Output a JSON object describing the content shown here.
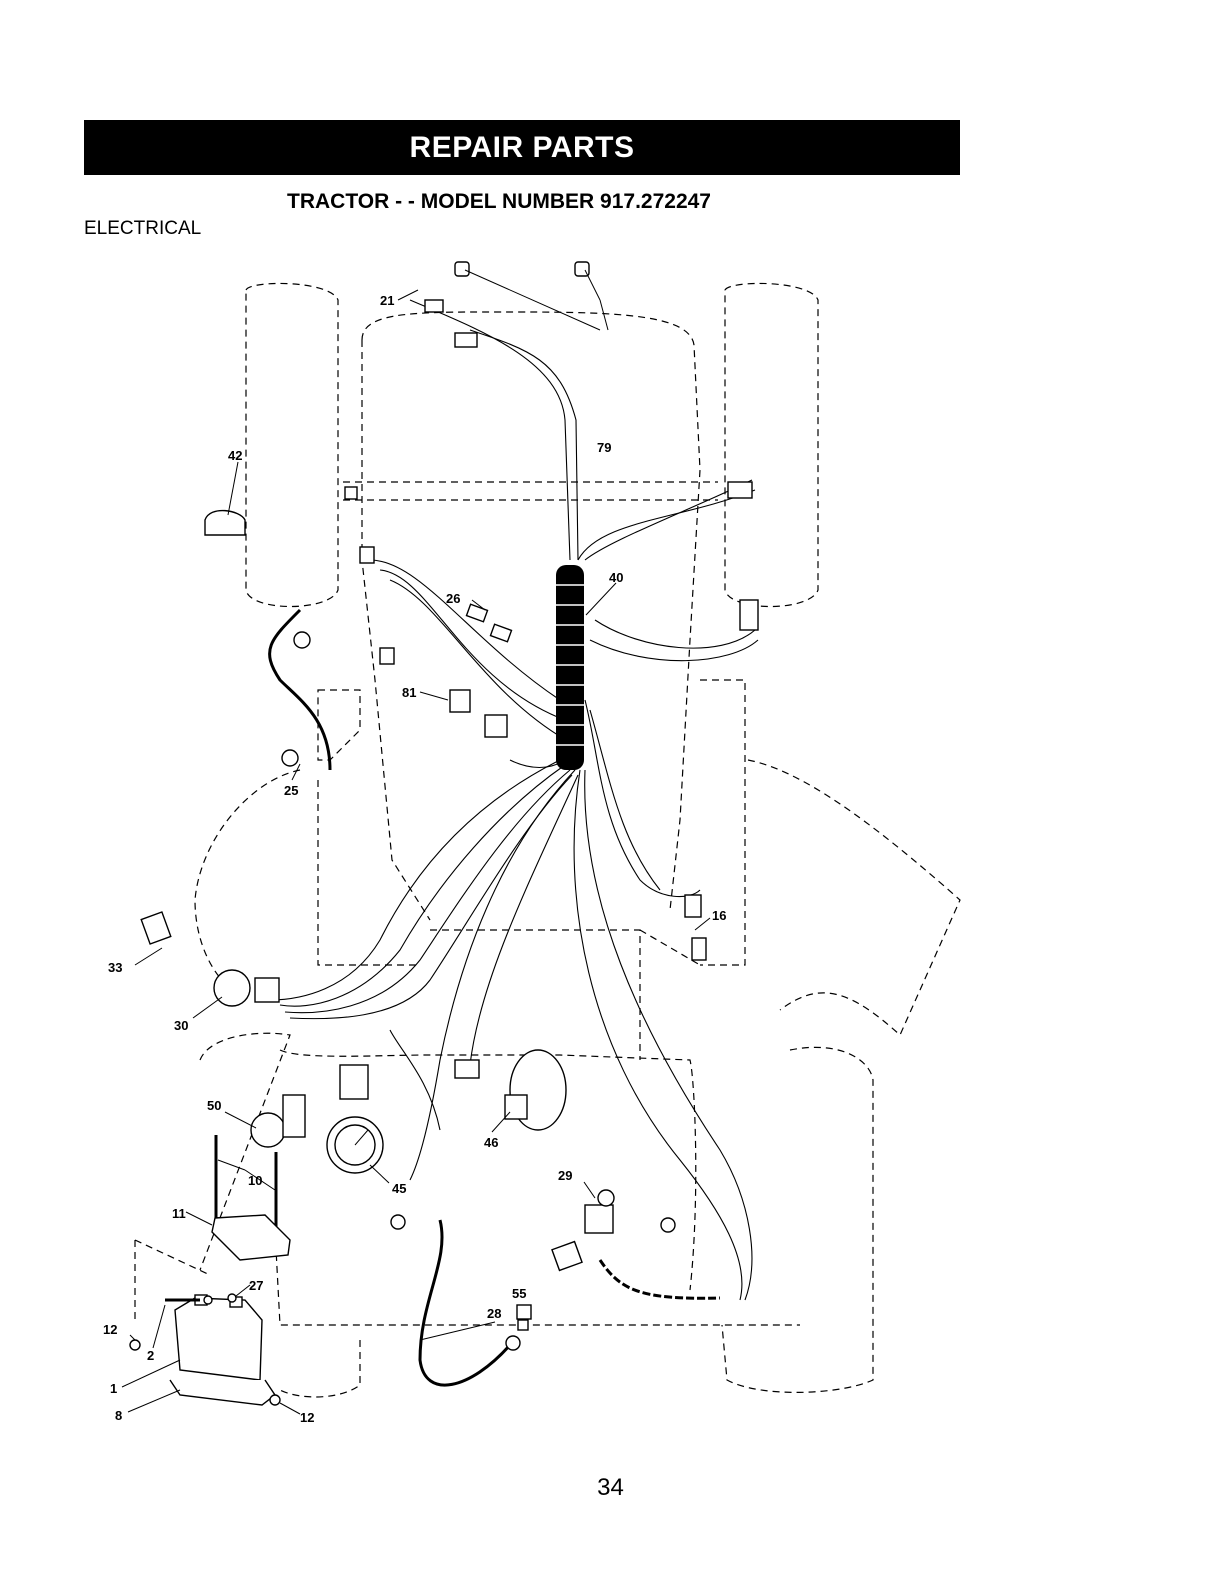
{
  "header": {
    "banner": "REPAIR PARTS",
    "subtitle": "TRACTOR - - MODEL NUMBER 917.272247",
    "section": "ELECTRICAL"
  },
  "callouts": [
    {
      "id": "c21",
      "label": "21"
    },
    {
      "id": "c79",
      "label": "79"
    },
    {
      "id": "c42",
      "label": "42"
    },
    {
      "id": "c40",
      "label": "40"
    },
    {
      "id": "c26",
      "label": "26"
    },
    {
      "id": "c81",
      "label": "81"
    },
    {
      "id": "c25",
      "label": "25"
    },
    {
      "id": "c16",
      "label": "16"
    },
    {
      "id": "c33",
      "label": "33"
    },
    {
      "id": "c30",
      "label": "30"
    },
    {
      "id": "c50",
      "label": "50"
    },
    {
      "id": "c46",
      "label": "46"
    },
    {
      "id": "c10",
      "label": "10"
    },
    {
      "id": "c45",
      "label": "45"
    },
    {
      "id": "c29",
      "label": "29"
    },
    {
      "id": "c11",
      "label": "11"
    },
    {
      "id": "c27",
      "label": "27"
    },
    {
      "id": "c55",
      "label": "55"
    },
    {
      "id": "c28",
      "label": "28"
    },
    {
      "id": "c12a",
      "label": "12"
    },
    {
      "id": "c2",
      "label": "2"
    },
    {
      "id": "c1",
      "label": "1"
    },
    {
      "id": "c8",
      "label": "8"
    },
    {
      "id": "c12b",
      "label": "12"
    }
  ],
  "footer": {
    "page_number": "34"
  }
}
